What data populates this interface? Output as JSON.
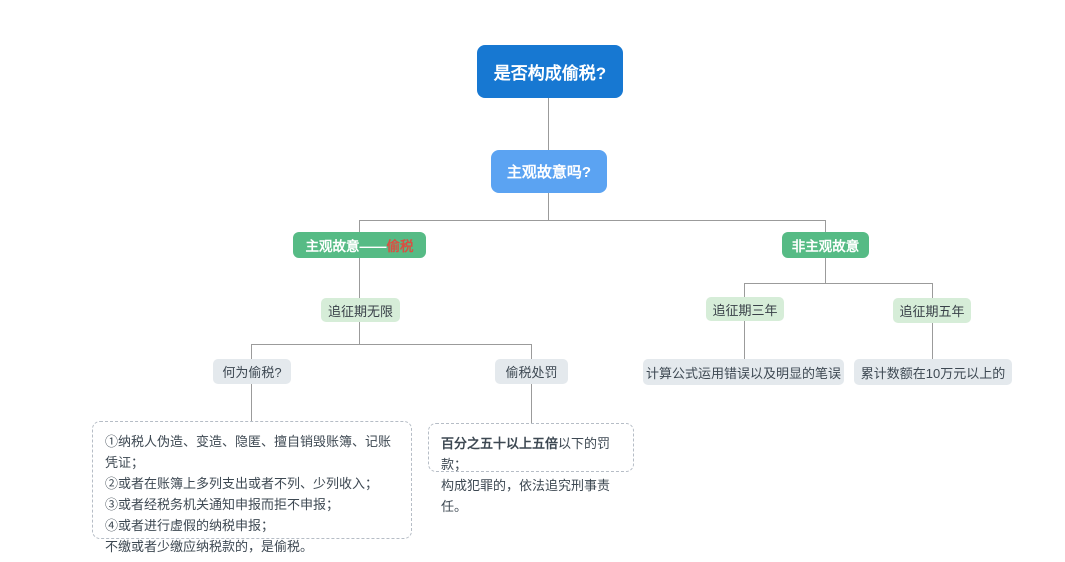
{
  "colors": {
    "primary-blue": "#1778d2",
    "light-blue": "#5ba3f2",
    "green": "#56bb85",
    "light-green": "#d6edd8",
    "gray-node": "#e4e9ed",
    "highlight-red": "#d94f43",
    "line": "#9b9b9b",
    "text-dark": "#3d4852"
  },
  "nodes": {
    "root": "是否构成偷税?",
    "question": "主观故意吗?",
    "left_main": {
      "text": "主观故意——",
      "highlight": "偷税"
    },
    "right_main": "非主观故意",
    "period_unlimited": "追征期无限",
    "what_is": "何为偷税?",
    "punishment": "偷税处罚",
    "period_three": "追征期三年",
    "period_five": "追征期五年",
    "calc_error": "计算公式运用错误以及明显的笔误",
    "amount": "累计数额在10万元以上的",
    "what_is_detail": {
      "lines": [
        "①纳税人伪造、变造、隐匿、擅自销毁账簿、记账凭证；",
        "②或者在账簿上多列支出或者不列、少列收入；",
        "③或者经税务机关通知申报而拒不申报；",
        "④或者进行虚假的纳税申报；",
        "不缴或者少缴应纳税款的，是偷税。"
      ]
    },
    "punishment_detail": {
      "line1_bold": "百分之五十以上五倍",
      "line1_rest": "以下的罚款；",
      "line2": "构成犯罪的，依法追究刑事责任。"
    }
  }
}
